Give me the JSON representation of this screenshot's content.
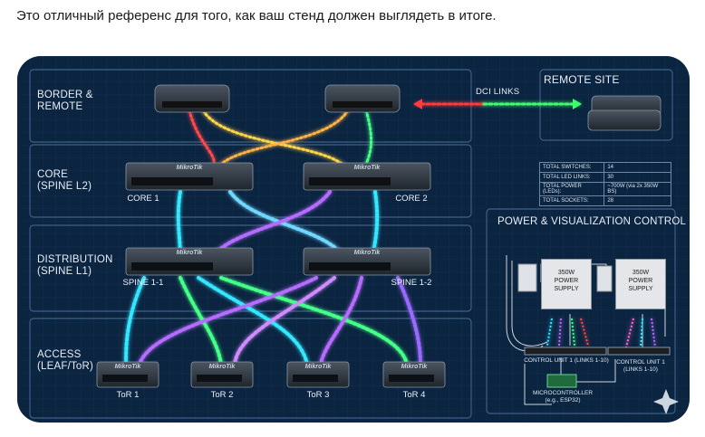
{
  "caption": "Это отличный референс для того, как ваш стенд должен выглядеть в итоге.",
  "layers": {
    "border": "BORDER &\nREMOTE",
    "core": "CORE\n(SPINE L2)",
    "distribution": "DISTRIBUTION\n(SPINE L1)",
    "access": "ACCESS\n(LEAF/ToR)"
  },
  "remote_site": "REMOTE SITE",
  "dci_links": "DCI LINKS",
  "brand": "MikroTik",
  "devices": {
    "core1": "CORE 1",
    "core2": "CORE 2",
    "spine11": "SPINE 1-1",
    "spine12": "SPINE 1-2",
    "tor1": "ToR 1",
    "tor2": "ToR 2",
    "tor3": "ToR 3",
    "tor4": "ToR 4"
  },
  "stats": [
    {
      "label": "TOTAL SWITCHES:",
      "value": "14"
    },
    {
      "label": "TOTAL LED LINKS:",
      "value": "30"
    },
    {
      "label": "TOTAL POWER (LEDs):",
      "value": "~700W (via 2x 350W BS)"
    },
    {
      "label": "TOTAL SOCKETS:",
      "value": "28"
    }
  ],
  "power_panel": {
    "title": "POWER & VISUALIZATION CONTROL",
    "psu1": "350W\nPOWER\nSUPPLY",
    "psu2": "350W\nPOWER\nSUPPLY",
    "cu1": "CONTROL UNIT 1 (LINKS 1-10)",
    "cu2": "CONTROL UNIT 1\n(LINKS 1-10)",
    "mcu": "MICROCONTROLLER\n(e.g., ESP32)"
  },
  "colors": {
    "background": "#0b2440",
    "panel_border": "#3d5f86",
    "dci_red": "#ff3b3b",
    "dci_green": "#3dff6a",
    "led_cyan": "#35e6ff",
    "led_purple": "#b56cff",
    "led_green": "#44ff88",
    "led_red": "#ff4b4b"
  }
}
